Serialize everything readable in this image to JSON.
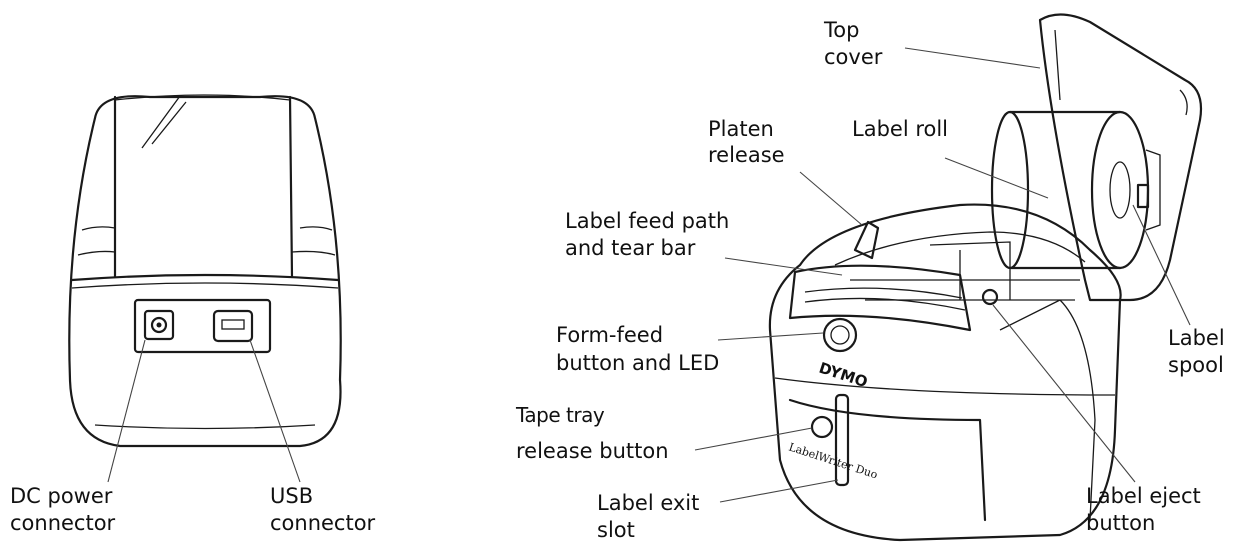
{
  "labels": {
    "dc_power": [
      "DC power",
      "connector"
    ],
    "usb": [
      "USB",
      "connector"
    ],
    "top_cover": [
      "Top",
      "cover"
    ],
    "platen_release": [
      "Platen",
      "release"
    ],
    "label_roll": [
      "Label roll"
    ],
    "label_feed_path": [
      "Label feed path",
      "and tear bar"
    ],
    "form_feed": [
      "Form-feed",
      "button and LED"
    ],
    "tape_tray": [
      "Tape tray",
      "release button"
    ],
    "label_exit": [
      "Label exit",
      "slot"
    ],
    "label_eject": [
      "Label eject",
      "button"
    ],
    "label_spool": [
      "Label",
      "spool"
    ]
  },
  "brand": {
    "logo": "DYMO",
    "model": "LabelWriter Duo"
  }
}
